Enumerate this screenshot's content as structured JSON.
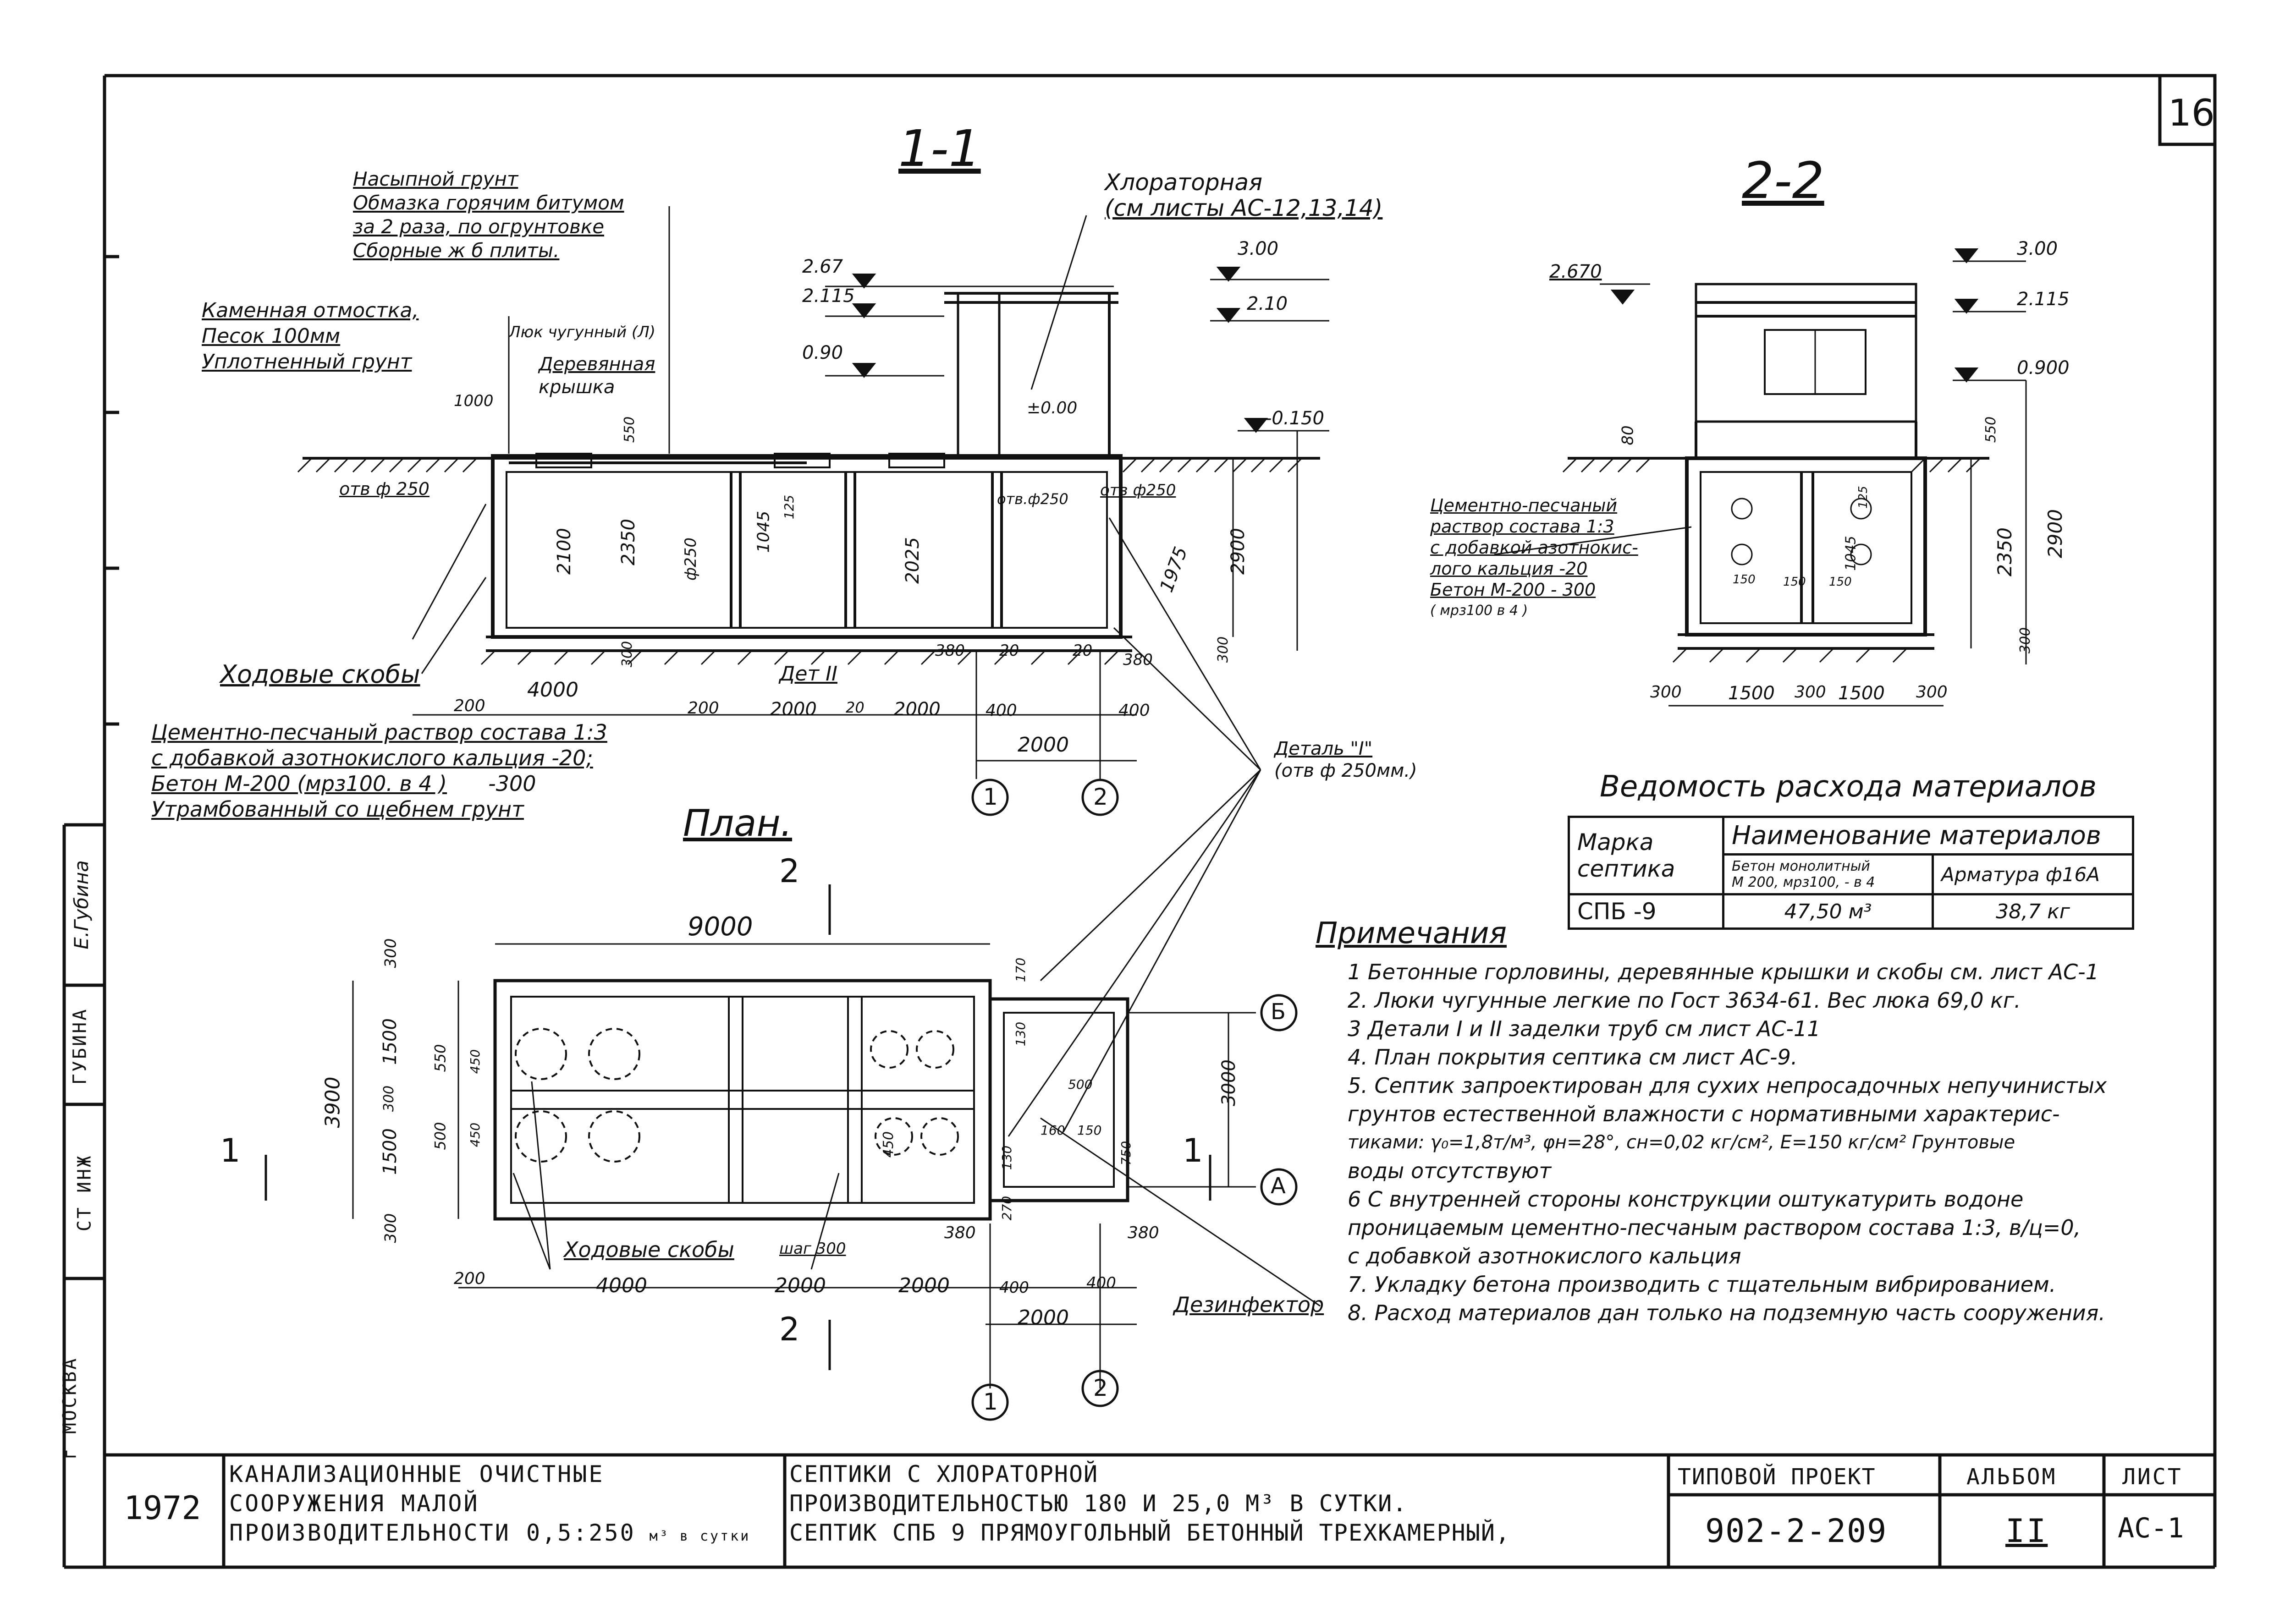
{
  "sheet_number": "16",
  "sections": {
    "s11_title": "1-1",
    "s22_title": "2-2",
    "plan_title": "План."
  },
  "s11": {
    "layers": [
      "Насыпной грунт",
      "Обмазка горячим битумом",
      "за 2 раза, по огрунтовке",
      "Сборные ж б плиты."
    ],
    "kamen": [
      "Каменная отмостка,",
      "Песок 100мм",
      "Уплотненный грунт"
    ],
    "lyuk": "Люк чугунный (Л)",
    "krishka": [
      "Деревянная",
      "крышка"
    ],
    "chlor": [
      "Хлораторная",
      "(см листы АС-12,13,14)"
    ],
    "detal1": "Деталь \"I\"",
    "skoby": "Ходовые скобы",
    "det2": "Дет II",
    "otv": "отв ф 250",
    "otv2": "отв.ф250",
    "otv3": "отв ф250",
    "beton_notes": [
      "Цементно-песчаный раствор состава 1:3",
      "с добавкой азотнокислого кальция -20;",
      "Бетон  М-200 (мрз100. в 4 )",
      "-300",
      "Утрамбованный со щебнем грунт"
    ],
    "levels": [
      "2.67",
      "2.115",
      "0.90",
      "3.00",
      "2.10",
      "±0.00",
      "-0.150"
    ],
    "dims": [
      "1000",
      "550",
      "2100",
      "2350",
      "ф250",
      "1045",
      "125",
      "2025",
      "1975",
      "2900",
      "300",
      "300",
      "380",
      "20",
      "20",
      "380",
      "200",
      "4000",
      "200",
      "2000",
      "20",
      "2000",
      "400",
      "400",
      "2000"
    ]
  },
  "s22": {
    "level_left": "2.670",
    "levels": [
      "3.00",
      "2.115",
      "0.900"
    ],
    "notes": [
      "Цементно-песчаный",
      "раствор состава 1:3",
      "с добавкой азотнокис-",
      "лого кальция  -20",
      "Бетон М-200 - 300",
      "( мрз100  в 4 )"
    ],
    "dims": [
      "80",
      "550",
      "1045",
      "125",
      "150",
      "150",
      "150",
      "2350",
      "2900",
      "300",
      "300",
      "1500",
      "300",
      "1500",
      "300"
    ]
  },
  "detail_callout": [
    "Деталь \"I\"",
    "(отв ф 250мм.)"
  ],
  "axes": [
    "1",
    "2",
    "Б",
    "А"
  ],
  "plan": {
    "dims": [
      "9000",
      "300",
      "1500",
      "300",
      "1500",
      "300",
      "3900",
      "550",
      "450",
      "500",
      "450",
      "3000",
      "170",
      "130",
      "500",
      "160",
      "150",
      "750",
      "130",
      "270",
      "450",
      "200",
      "4000",
      "2000",
      "2000",
      "380",
      "400",
      "400",
      "380",
      "2000"
    ],
    "skoby": "Ходовые скобы",
    "shag": "шаг 300",
    "dez": "Дезинфектор",
    "cut": [
      "2",
      "2",
      "1",
      "1"
    ]
  },
  "table": {
    "title": "Ведомость расхода материалов",
    "h_mark": [
      "Марка",
      "септика"
    ],
    "h_names": "Наименование материалов",
    "h_beton": [
      "Бетон монолитный",
      "М 200, мрз100, - в 4"
    ],
    "h_arm": "Арматура ф16А",
    "row": {
      "mark": "СПБ -9",
      "beton": "47,50 м³",
      "arm": "38,7 кг"
    }
  },
  "notes_title": "Примечания",
  "notes": [
    "1 Бетонные горловины, деревянные крышки и скобы см. лист АС-1",
    "2. Люки чугунные легкие по Гост 3634-61. Вес люка 69,0 кг.",
    "3 Детали I и II заделки труб см лист АС-11",
    "4. План покрытия септика см лист АС-9.",
    "5. Септик запроектирован для сухих непросадочных непучинистых",
    "грунтов естественной влажности с нормативными характерис-",
    "тиками: γ₀=1,8т/м³, φн=28°, сн=0,02 кг/см², Е=150 кг/см² Грунтовые",
    "воды отсутствуют",
    "6 С внутренней стороны конструкции оштукатурить водоне",
    "проницаемым цементно-песчаным раствором состава 1:3, в/ц=0,",
    "с добавкой азотнокислого кальция",
    "7. Укладку бетона производить с тщательным вибрированием.",
    "8. Расход материалов дан только на подземную часть сооружения."
  ],
  "side_stamp": [
    "г МОСКВА",
    "СТ ИНЖ",
    "ГУБИНА",
    "Е.Губина"
  ],
  "title_block": {
    "year": "1972",
    "org": [
      "КАНАЛИЗАЦИОННЫЕ ОЧИСТНЫЕ",
      "СООРУЖЕНИЯ МАЛОЙ",
      "ПРОИЗВОДИТЕЛЬНОСТИ 0,5:250",
      "м³ в сутки"
    ],
    "desc": [
      "СЕПТИКИ С ХЛОРАТОРНОЙ",
      "ПРОИЗВОДИТЕЛЬНОСТЬЮ 180 И 25,0 М³ В СУТКИ.",
      "СЕПТИК СПБ 9 ПРЯМОУГОЛЬНЫЙ БЕТОННЫЙ ТРЕХКАМЕРНЫЙ,"
    ],
    "project_label": "ТИПОВОЙ ПРОЕКТ",
    "project": "902-2-209",
    "album_label": "АЛЬБОМ",
    "album": "II",
    "sheet_label": "ЛИСТ",
    "sheet": "АС-1"
  }
}
